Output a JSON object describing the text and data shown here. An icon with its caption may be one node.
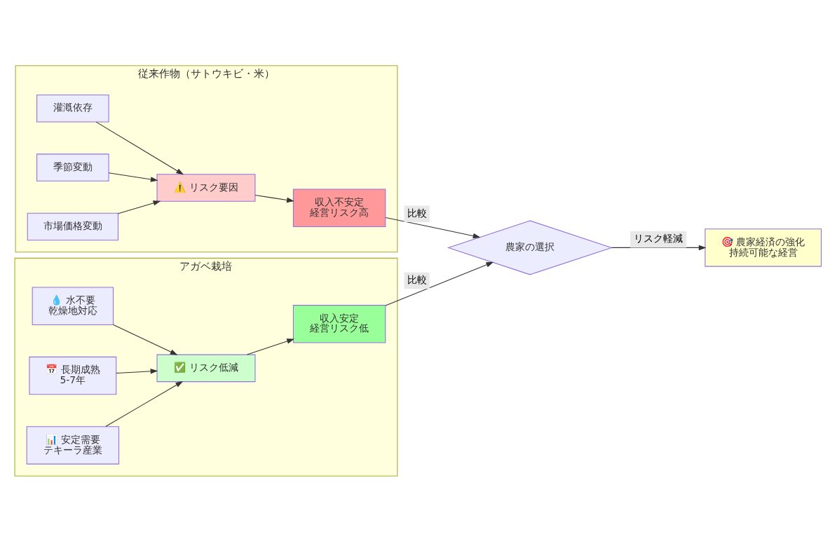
{
  "diagram": {
    "nodes": [
      {
        "text": [
          "従来作物（サトウキビ・米）"
        ]
      },
      {
        "text": [
          "灌漑依存"
        ],
        "in": 0
      },
      {
        "text": [
          "季節変動"
        ],
        "in": 0
      },
      {
        "text": [
          "市場価格変動"
        ],
        "in": 0
      },
      {
        "text": [
          "⚠️ リスク要因"
        ],
        "in": 0
      },
      {
        "text": [
          "収入不安定",
          "経営リスク高"
        ],
        "in": 0
      },
      {
        "text": [
          "アガベ栽培"
        ]
      },
      {
        "text": [
          "💧 水不要",
          "乾燥地対応"
        ],
        "in": 6
      },
      {
        "text": [
          "📅 長期成熟",
          "5-7年"
        ],
        "in": 6
      },
      {
        "text": [
          "📊 安定需要",
          "テキーラ産業"
        ],
        "in": 6
      },
      {
        "text": [
          "✅ リスク低減"
        ],
        "in": 6
      },
      {
        "text": [
          "収入安定",
          "経営リスク低"
        ],
        "in": 6
      },
      {
        "text": [
          "農家の選択"
        ]
      },
      {
        "text": [
          "🎯 農家経済の強化",
          "持続可能な経営"
        ]
      }
    ],
    "edges": [
      {
        "from": 1,
        "to": 4,
        "arrow": "to"
      },
      {
        "from": 2,
        "to": 4,
        "arrow": "to"
      },
      {
        "from": 3,
        "to": 4,
        "arrow": "to"
      },
      {
        "from": 4,
        "to": 5,
        "arrow": "to"
      },
      {
        "from": 7,
        "to": 10,
        "arrow": "to"
      },
      {
        "from": 8,
        "to": 10,
        "arrow": "to"
      },
      {
        "from": 9,
        "to": 10,
        "arrow": "to"
      },
      {
        "from": 10,
        "to": 11,
        "arrow": "to"
      },
      {
        "from": 5,
        "to": 12,
        "arrow": "to",
        "label": "比較"
      },
      {
        "from": 11,
        "to": 12,
        "arrow": "to",
        "label": "比較"
      },
      {
        "from": 12,
        "to": 13,
        "arrow": "to",
        "label": "リスク軽減"
      }
    ]
  }
}
